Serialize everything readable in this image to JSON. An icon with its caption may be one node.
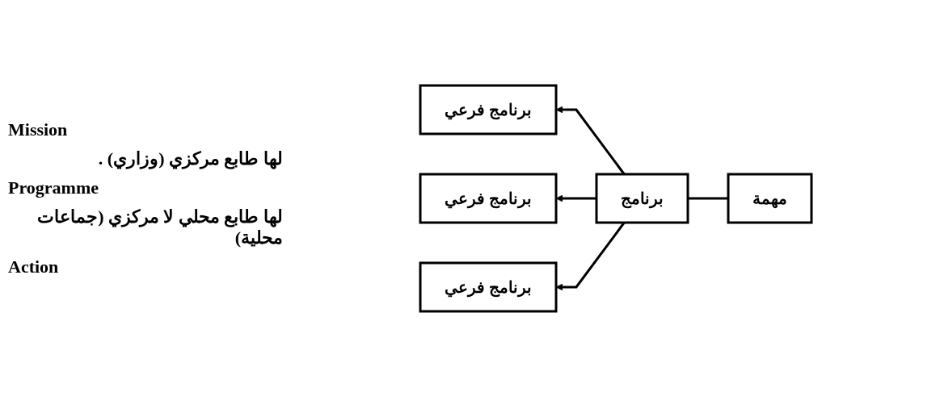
{
  "diagram": {
    "nodes": [
      {
        "text": [
          "مهمة"
        ]
      },
      {
        "text": [
          "برنامج"
        ]
      },
      {
        "text": [
          "برنامج فرعي"
        ]
      },
      {
        "text": [
          "برنامج فرعي"
        ]
      },
      {
        "text": [
          "برنامج فرعي"
        ]
      }
    ],
    "edges": [
      {
        "from": 0,
        "to": 1,
        "arrow": "none"
      },
      {
        "from": 1,
        "to": 2,
        "arrow": "to"
      },
      {
        "from": 1,
        "to": 3,
        "arrow": "to"
      },
      {
        "from": 1,
        "to": 4,
        "arrow": "to"
      }
    ],
    "labels": [
      "Mission",
      "لها طابع مركزي (وزاري) .",
      "Programme",
      "لها طابع محلي لا مركزي (جماعات محلية)",
      "Action"
    ]
  }
}
